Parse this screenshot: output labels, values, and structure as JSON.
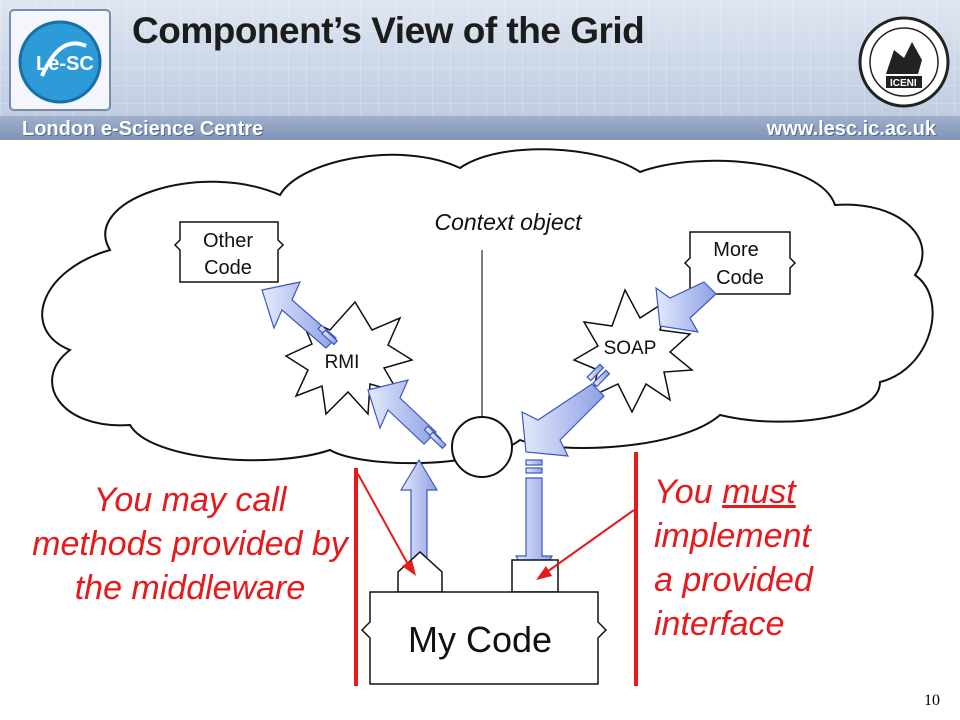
{
  "header": {
    "title": "Component’s View of the Grid",
    "band_left": "London e-Science Centre",
    "band_right": "www.lesc.ic.ac.uk",
    "logo_left": "London e-Science Centre Le-SC",
    "logo_right": "Imperial College e-Science Networked Infrastructure ICENI"
  },
  "diagram": {
    "context_label": "Context object",
    "other_code_line1": "Other",
    "other_code_line2": "Code",
    "more_code_line1": "More",
    "more_code_line2": "Code",
    "rmi_label": "RMI",
    "soap_label": "SOAP",
    "my_code_label": "My Code"
  },
  "captions": {
    "left": "You may call methods provided by the middleware",
    "right_line1_prefix": "You ",
    "right_line1_underlined": "must",
    "right_line2": "implement",
    "right_line3": "a provided",
    "right_line4": "interface"
  },
  "colors": {
    "accent_red": "#e8191b",
    "arrow_fill": "#c9d2f3",
    "arrow_stroke": "#3c59bf"
  },
  "footer": {
    "page_number": "10"
  }
}
